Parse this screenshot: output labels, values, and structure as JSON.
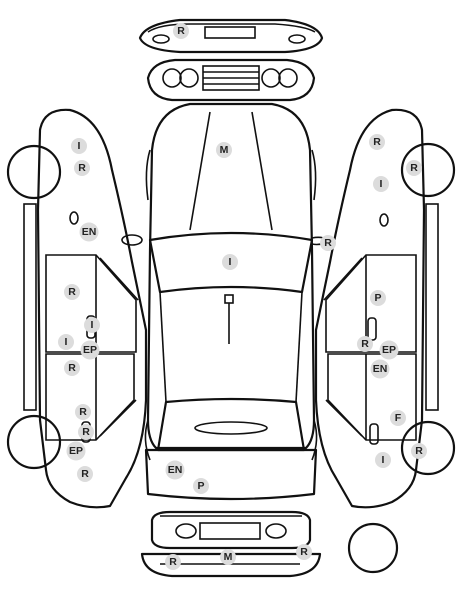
{
  "markers": [
    {
      "id": "front-bumper-r",
      "label": "R"
    },
    {
      "id": "hood-m",
      "label": "M"
    },
    {
      "id": "windshield-i",
      "label": "I"
    },
    {
      "id": "right-mirror-r",
      "label": "R"
    },
    {
      "id": "left-fender-i",
      "label": "I"
    },
    {
      "id": "left-fender-r",
      "label": "R"
    },
    {
      "id": "left-fender-en",
      "label": "EN"
    },
    {
      "id": "left-front-door-r",
      "label": "R"
    },
    {
      "id": "left-front-door-i",
      "label": "I"
    },
    {
      "id": "left-pillar-i",
      "label": "I"
    },
    {
      "id": "left-pillar-ep",
      "label": "EP"
    },
    {
      "id": "left-rear-door-r",
      "label": "R"
    },
    {
      "id": "left-quarter-r1",
      "label": "R"
    },
    {
      "id": "left-quarter-r2",
      "label": "R"
    },
    {
      "id": "left-quarter-ep",
      "label": "EP"
    },
    {
      "id": "left-quarter-r3",
      "label": "R"
    },
    {
      "id": "right-fender-r",
      "label": "R"
    },
    {
      "id": "right-front-wheel-r",
      "label": "R"
    },
    {
      "id": "right-fender-i",
      "label": "I"
    },
    {
      "id": "right-front-door-p",
      "label": "P"
    },
    {
      "id": "right-pillar-r",
      "label": "R"
    },
    {
      "id": "right-pillar-ep",
      "label": "EP"
    },
    {
      "id": "right-rear-door-en",
      "label": "EN"
    },
    {
      "id": "right-quarter-f",
      "label": "F"
    },
    {
      "id": "right-quarter-i",
      "label": "I"
    },
    {
      "id": "right-rear-wheel-r",
      "label": "R"
    },
    {
      "id": "trunk-en",
      "label": "EN"
    },
    {
      "id": "trunk-p",
      "label": "P"
    },
    {
      "id": "rear-bumper-r1",
      "label": "R"
    },
    {
      "id": "rear-bumper-m",
      "label": "M"
    },
    {
      "id": "rear-bumper-r2",
      "label": "R"
    }
  ]
}
